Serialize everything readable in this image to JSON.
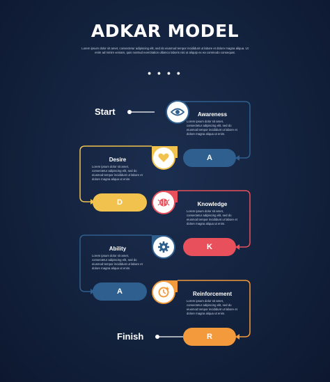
{
  "header": {
    "title": "ADKAR MODEL",
    "subtitle": "Lorem ipsum dolor sit amet, consectetur adipiscing elit, sed do eiusmod tempor incididunt ut labore et dolore magna aliqua. Ut enim ad minim veniam, quis nostrud exercitation ullamco laboris nisi ut aliquip ex ea commodo consequat.",
    "dots": "● ● ● ●"
  },
  "endpoints": {
    "start": "Start",
    "finish": "Finish"
  },
  "stages": [
    {
      "title": "Awareness",
      "letter": "A",
      "color": "#2f5f8e",
      "icon": "eye-icon",
      "desc": "Lorem ipsum dolor sit amet, consectetur adipiscing elit, sed do eiusmod tempor incididunt ut labore et dolore magna aliqua ut enim."
    },
    {
      "title": "Desire",
      "letter": "D",
      "color": "#f2c24f",
      "icon": "heart-icon",
      "desc": "Lorem ipsum dolor sit amet, consectetur adipiscing elit, sed do eiusmod tempor incididunt ut labore et dolore magna aliqua ut enim."
    },
    {
      "title": "Knowledge",
      "letter": "K",
      "color": "#e8505b",
      "icon": "brain-icon",
      "desc": "Lorem ipsum dolor sit amet, consectetur adipiscing elit, sed do eiusmod tempor incididunt ut labore et dolore magna aliqua ut enim."
    },
    {
      "title": "Ability",
      "letter": "A",
      "color": "#2f5f8e",
      "icon": "gear-icon",
      "desc": "Lorem ipsum dolor sit amet, consectetur adipiscing elit, sed do eiusmod tempor incididunt ut labore et dolore magna aliqua ut enim."
    },
    {
      "title": "Reinforcement",
      "letter": "R",
      "color": "#f39a3c",
      "icon": "cycle-icon",
      "desc": "Lorem ipsum dolor sit amet, consectetur adipiscing elit, sed do eiusmod tempor incididunt ut labore et dolore magna aliqua ut enim."
    }
  ]
}
